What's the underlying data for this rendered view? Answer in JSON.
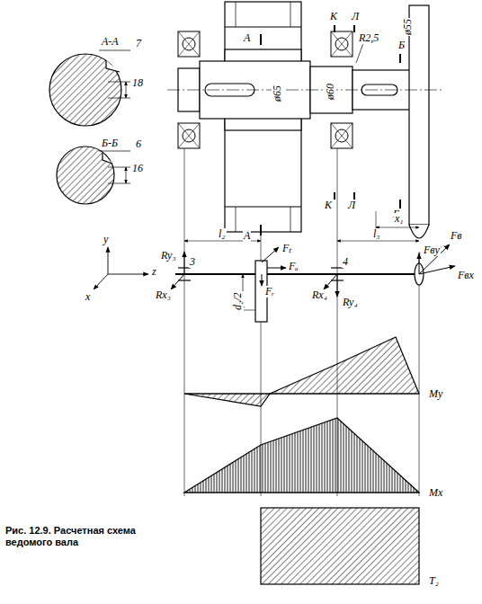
{
  "diagram": {
    "caption": "Рис. 12.9. Расчетная схема ведомого вала",
    "labels": [
      "А-А",
      "7",
      "18",
      "Б-Б",
      "6",
      "16",
      "А",
      "А",
      "К",
      "Л",
      "Б",
      "R2,5",
      "К",
      "Л",
      "Б",
      "ø55",
      "ø65",
      "ø60",
      "x₁",
      "l₂",
      "l₃",
      "y",
      "z",
      "x",
      "Ry₃",
      "3",
      "Rx₃",
      "d₂/2",
      "Fₜ",
      "Fₐ",
      "Fᵣ",
      "4",
      "Rx₄",
      "Ry₄",
      "Fв",
      "Fвy",
      "Fвx",
      "My",
      "Mx",
      "T₂"
    ]
  }
}
